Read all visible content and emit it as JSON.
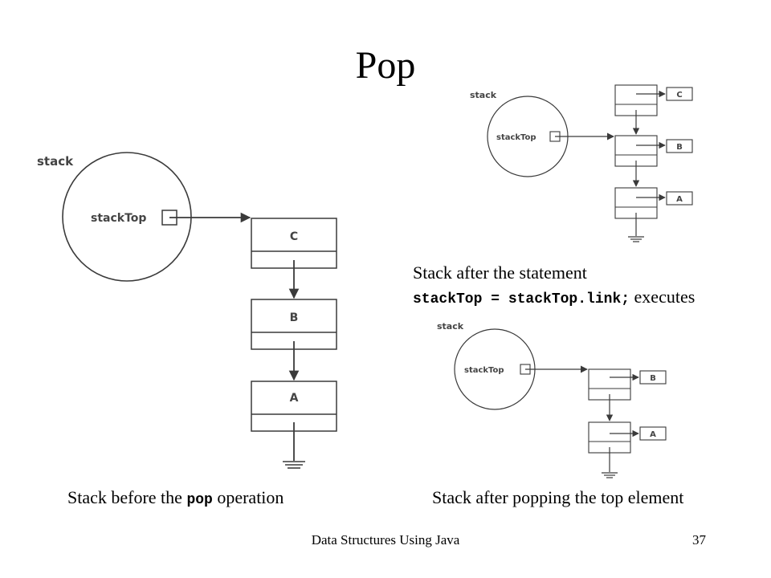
{
  "slide": {
    "title": "Pop",
    "footer_text": "Data Structures Using Java",
    "page_number": "37"
  },
  "captions": {
    "before_prefix": "Stack before the ",
    "before_code": "pop",
    "before_suffix": " operation",
    "after_statement_line1": "Stack after the statement",
    "after_statement_code": "stackTop = stackTop.link;",
    "after_statement_suffix": " executes",
    "after_popping": "Stack after popping the top element"
  },
  "diagrams": {
    "large": {
      "object": "stack",
      "field": "stackTop",
      "nodes": [
        "C",
        "B",
        "A"
      ]
    },
    "top_right": {
      "object": "stack",
      "field": "stackTop",
      "nodes": [
        "C",
        "B",
        "A"
      ]
    },
    "bottom_right": {
      "object": "stack",
      "field": "stackTop",
      "nodes": [
        "B",
        "A"
      ]
    }
  },
  "colors": {
    "stroke": "#3a3a3a",
    "label": "#444444"
  }
}
